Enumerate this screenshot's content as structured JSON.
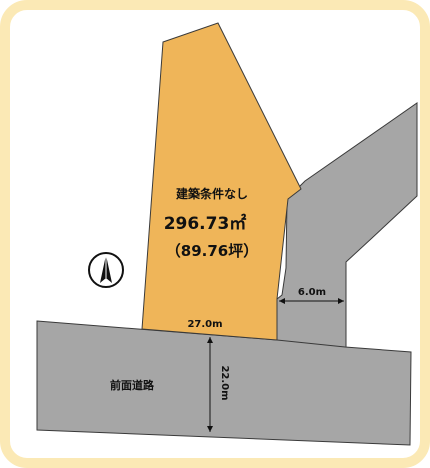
{
  "plot": {
    "condition": "建築条件なし",
    "area_sqm": "296.73",
    "area_unit": "㎡",
    "area_tsubo": "（89.76坪）"
  },
  "dimensions": {
    "frontage": "27.0m",
    "road_width_main": "22.0m",
    "road_width_side": "6.0m"
  },
  "road": {
    "label": "前面道路"
  },
  "colors": {
    "frame_border": "#fbe9b5",
    "lot_fill": "#efb559",
    "road_fill": "#a6a6a6",
    "outline": "#3a3a3a"
  },
  "icons": {
    "compass": "north-arrow-icon"
  }
}
